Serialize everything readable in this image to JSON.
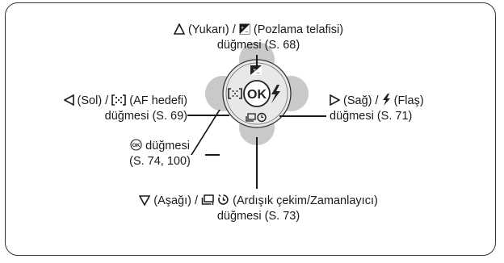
{
  "labels": {
    "up": {
      "prefix": "(Yukarı) /",
      "suffix": "(Pozlama telafisi)",
      "line2": "düğmesi (S. 68)",
      "icons": [
        "triangle-up-icon",
        "exposure-compensation-icon"
      ]
    },
    "left": {
      "prefix": "(Sol) /",
      "suffix": "(AF hedefi)",
      "line2": "düğmesi (S. 69)",
      "icons": [
        "triangle-left-icon",
        "af-target-icon"
      ]
    },
    "right": {
      "prefix": "(Sağ) /",
      "suffix": "(Flaş)",
      "line2": "düğmesi (S. 71)",
      "icons": [
        "triangle-right-icon",
        "flash-icon"
      ]
    },
    "ok": {
      "line1": "düğmesi",
      "line2": "(S. 74, 100)",
      "icons": [
        "ok-circle-icon"
      ]
    },
    "down": {
      "prefix": "(Aşağı) /",
      "suffix": "(Ardışık çekim/Zamanlayıcı)",
      "line2": "düğmesi (S. 73)",
      "icons": [
        "triangle-down-icon",
        "sequential-shooting-icon",
        "self-timer-icon"
      ]
    }
  },
  "pad": {
    "center_text": "OK",
    "colors": {
      "petal": "#c9c9c9",
      "ring": "#e6e6e6",
      "outline": "#333333"
    }
  }
}
